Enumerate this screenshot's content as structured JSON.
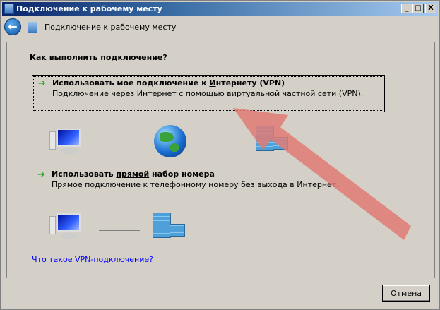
{
  "window": {
    "title": "Подключение к рабочему месту",
    "minimize": "_",
    "maximize": "□",
    "close": "X"
  },
  "header": {
    "back_icon": "←",
    "title": "Подключение к рабочему месту"
  },
  "main": {
    "question": "Как выполнить подключение?",
    "options": [
      {
        "title_pre": "Использовать мое подключение к ",
        "title_ul": "И",
        "title_post": "нтернету (VPN)",
        "desc": "Подключение через Интернет с помощью виртуальной частной сети (VPN).",
        "arrow": "➔"
      },
      {
        "title_pre": "Использовать ",
        "title_ul": "прямой",
        "title_post": " набор номера",
        "desc": "Прямое подключение к телефонному номеру без выхода в Интернет.",
        "arrow": "➔"
      }
    ],
    "help_link": "Что такое VPN-подключение?"
  },
  "footer": {
    "cancel": "Отмена"
  },
  "colors": {
    "annotation_arrow": "#e07a74",
    "link": "#0000ff"
  }
}
